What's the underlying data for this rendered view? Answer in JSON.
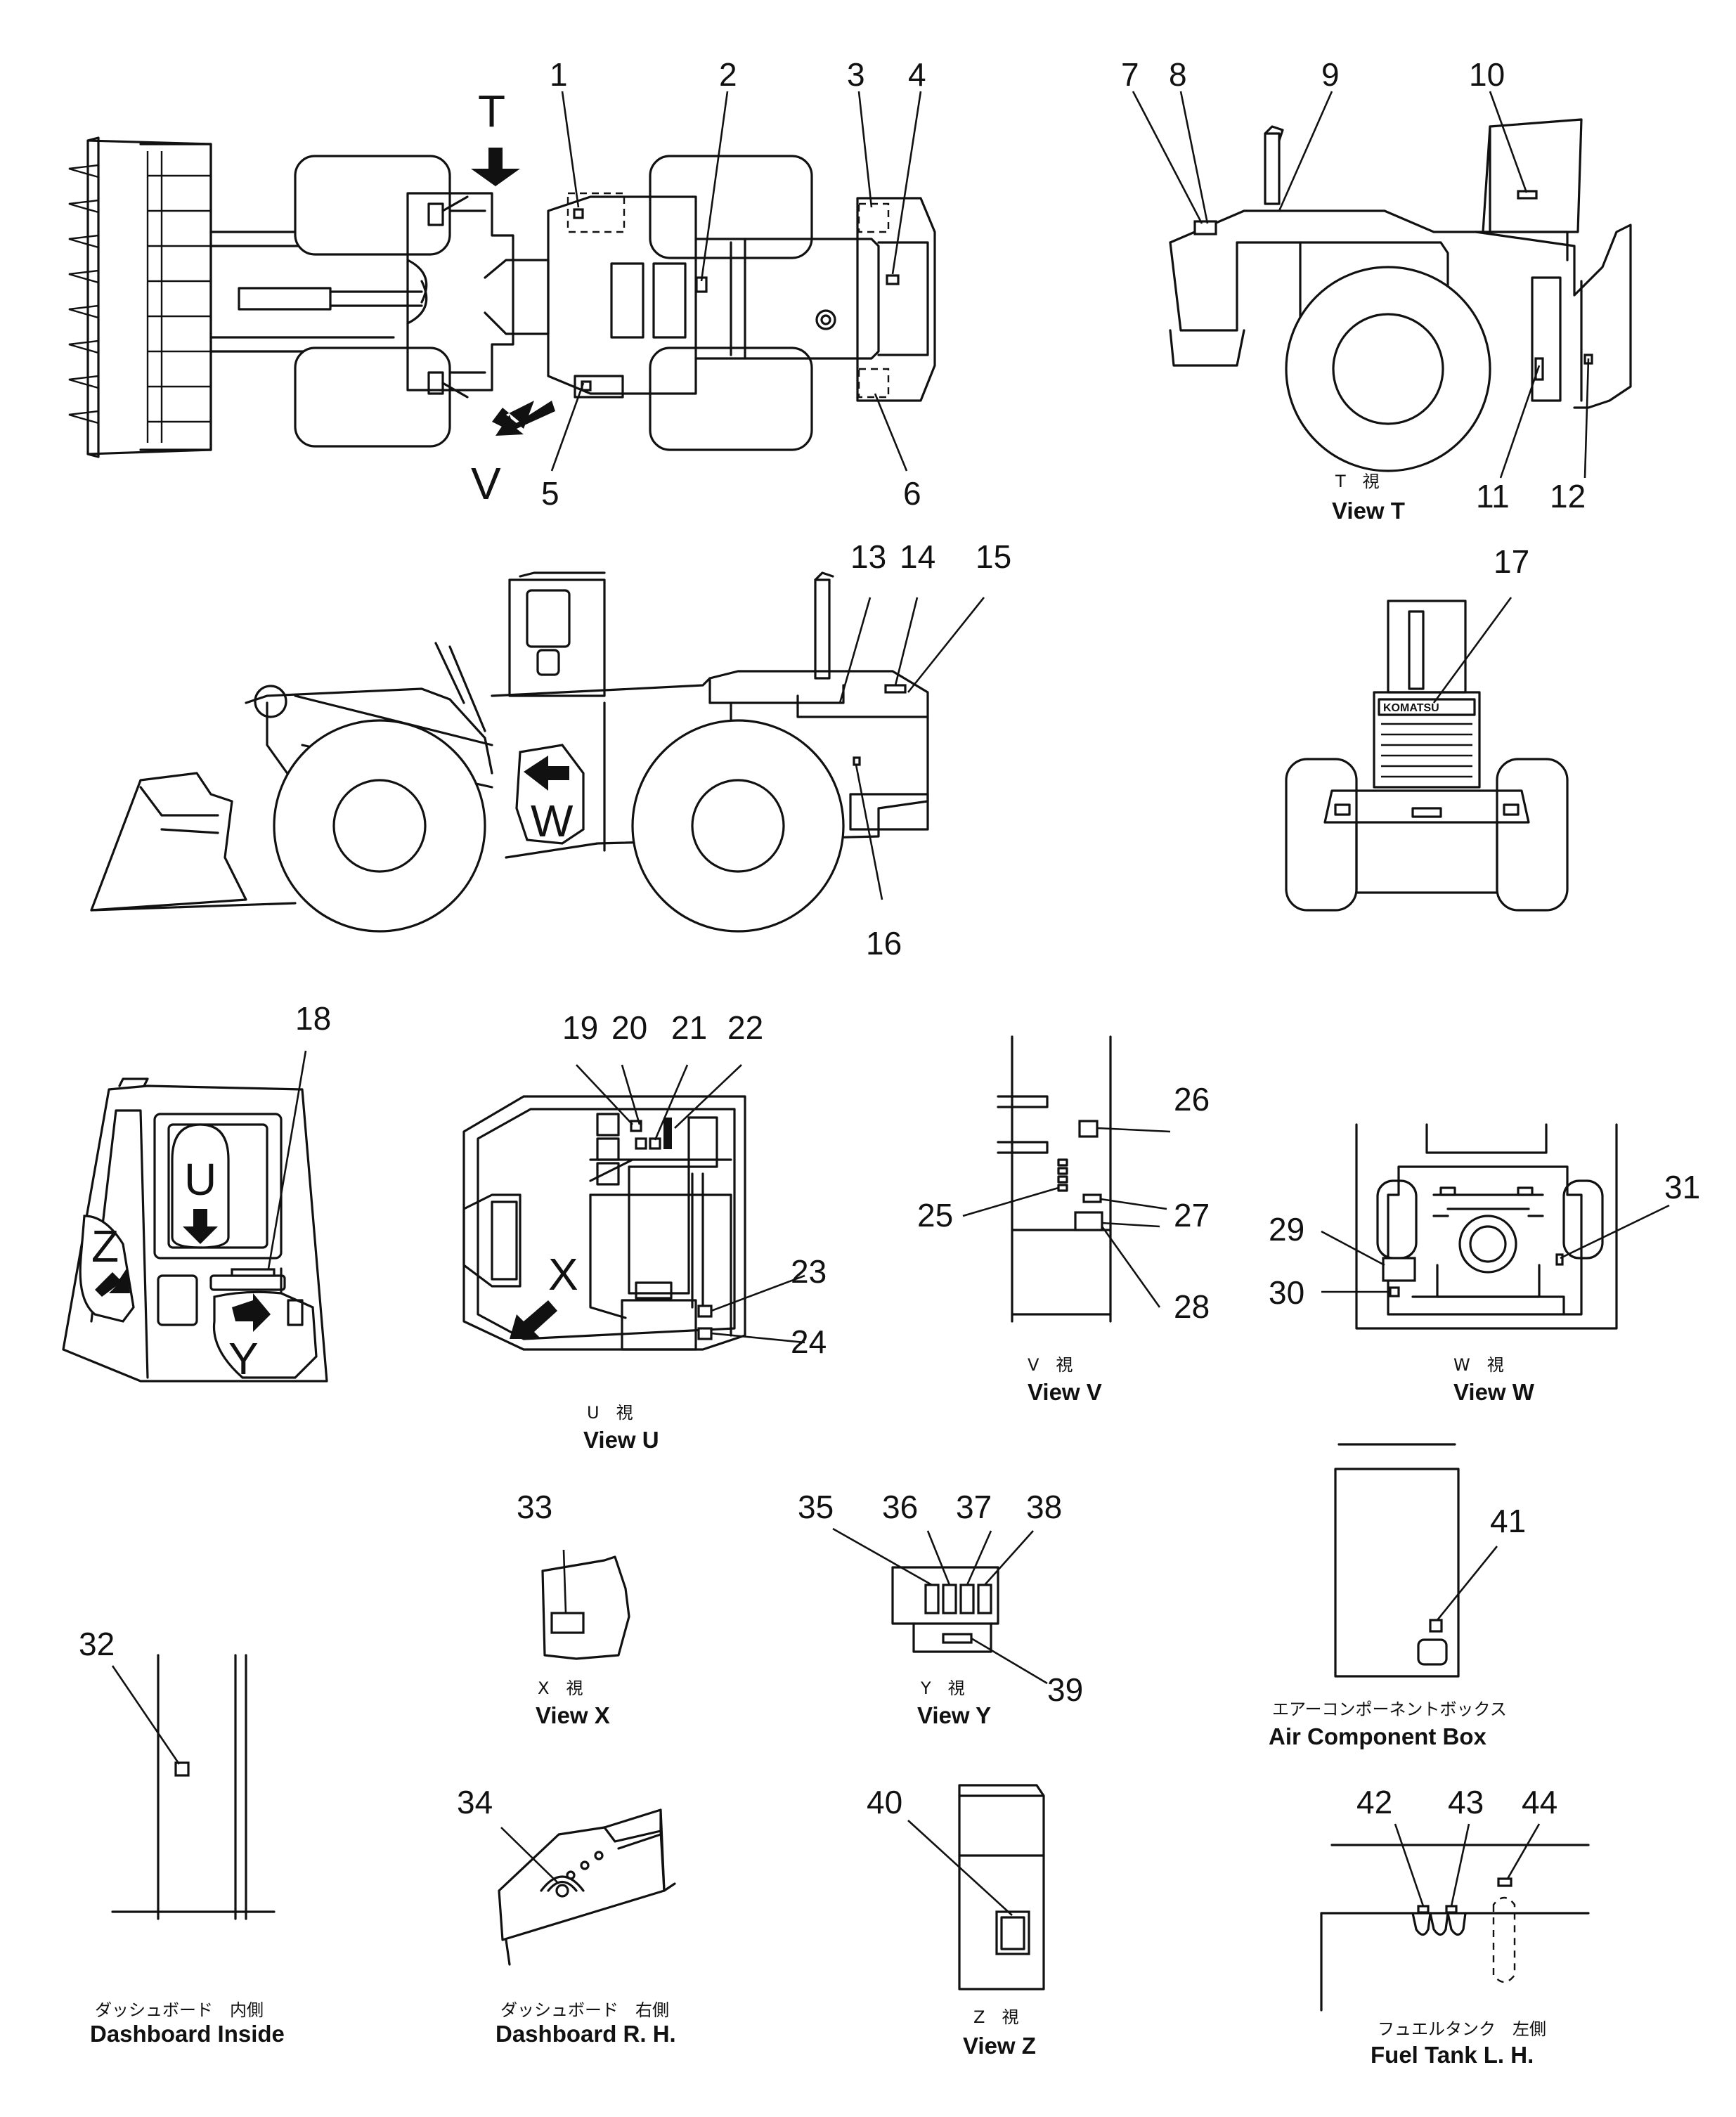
{
  "callouts": [
    "1",
    "2",
    "3",
    "4",
    "5",
    "6",
    "7",
    "8",
    "9",
    "10",
    "11",
    "12",
    "13",
    "14",
    "15",
    "16",
    "17",
    "18",
    "19",
    "20",
    "21",
    "22",
    "23",
    "24",
    "25",
    "26",
    "27",
    "28",
    "29",
    "30",
    "31",
    "32",
    "33",
    "34",
    "35",
    "36",
    "37",
    "38",
    "39",
    "40",
    "41",
    "42",
    "43",
    "44"
  ],
  "view_letters": {
    "T": "T",
    "V": "V",
    "W": "W",
    "U": "U",
    "Z": "Z",
    "Y": "Y",
    "X": "X"
  },
  "brand_plate": "KOMATSU",
  "captions": {
    "view_t": {
      "jp": "T　視",
      "en": "View T"
    },
    "view_u": {
      "jp": "U　視",
      "en": "View U"
    },
    "view_v": {
      "jp": "V　視",
      "en": "View V"
    },
    "view_w": {
      "jp": "W　視",
      "en": "View W"
    },
    "view_x": {
      "jp": "X　視",
      "en": "View X"
    },
    "view_y": {
      "jp": "Y　視",
      "en": "View Y"
    },
    "view_z": {
      "jp": "Z　視",
      "en": "View Z"
    },
    "air_box": {
      "jp": "エアーコンポーネントボックス",
      "en": "Air  Component  Box"
    },
    "dash_inside": {
      "jp": "ダッシュボード　内側",
      "en": "Dashboard  Inside"
    },
    "dash_rh": {
      "jp": "ダッシュボード　右側",
      "en": "Dashboard  R. H."
    },
    "fuel_tank": {
      "jp": "フュエルタンク　左側",
      "en": "Fuel  Tank  L. H."
    }
  }
}
